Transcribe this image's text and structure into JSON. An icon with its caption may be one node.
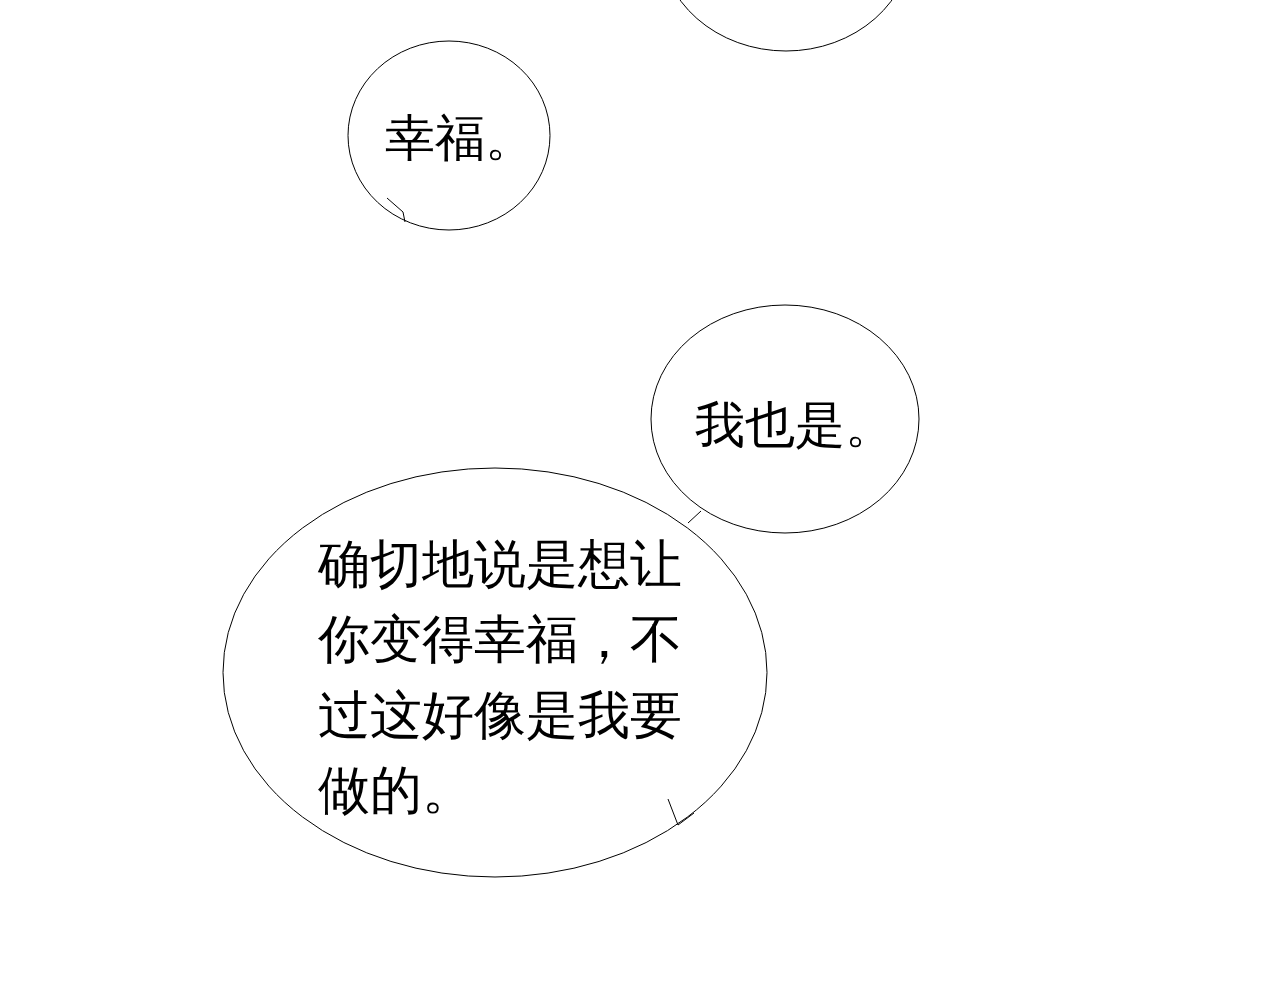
{
  "diagram": {
    "nodes": [
      {
        "text": [],
        "shape": "ellipse"
      },
      {
        "text": [
          "幸福。"
        ]
      },
      {
        "text": [
          "我也是。"
        ]
      },
      {
        "text": [
          "确切地说是想让你变得幸福，不过这好像是我要做的。"
        ]
      }
    ],
    "edges": [
      {
        "from": 3,
        "to": 2,
        "arrow": "none"
      }
    ]
  }
}
